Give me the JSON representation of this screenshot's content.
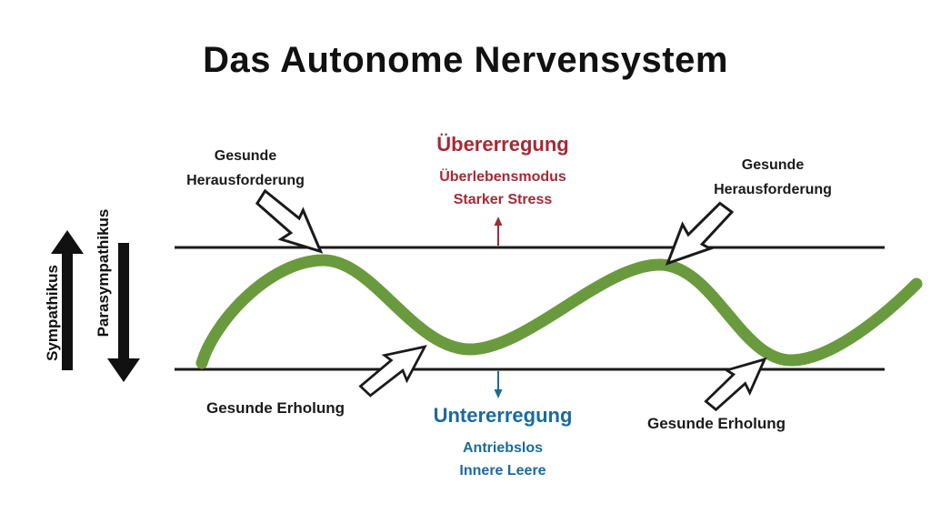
{
  "title": "Das Autonome Nervensystem",
  "colors": {
    "text": "#1a1a1a",
    "hyperarousal_red": "#A22B36",
    "hypoarousal_blue": "#1A6A9F",
    "wave_green": "#6A9A3E",
    "background": "#ffffff"
  },
  "axis": {
    "up_label": "Sympathikus",
    "down_label": "Parasympathikus"
  },
  "zones": {
    "hyper": {
      "title": "Übererregung",
      "line1": "Überlebensmodus",
      "line2": "Starker Stress"
    },
    "hypo": {
      "title": "Untererregung",
      "line1": "Antriebslos",
      "line2": "Innere Leere"
    }
  },
  "annotations": {
    "challenge_left": {
      "line1": "Gesunde",
      "line2": "Herausforderung"
    },
    "challenge_right": {
      "line1": "Gesunde",
      "line2": "Herausforderung"
    },
    "recovery_left": "Gesunde Erholung",
    "recovery_right": "Gesunde Erholung"
  },
  "icons": {
    "sympathikus_arrow": "solid-arrow-up",
    "parasympathikus_arrow": "solid-arrow-down",
    "hand_drawn_arrows": "sketched-outline-arrow",
    "hyper_marker": "thin-arrow-up",
    "hypo_marker": "thin-arrow-down"
  }
}
